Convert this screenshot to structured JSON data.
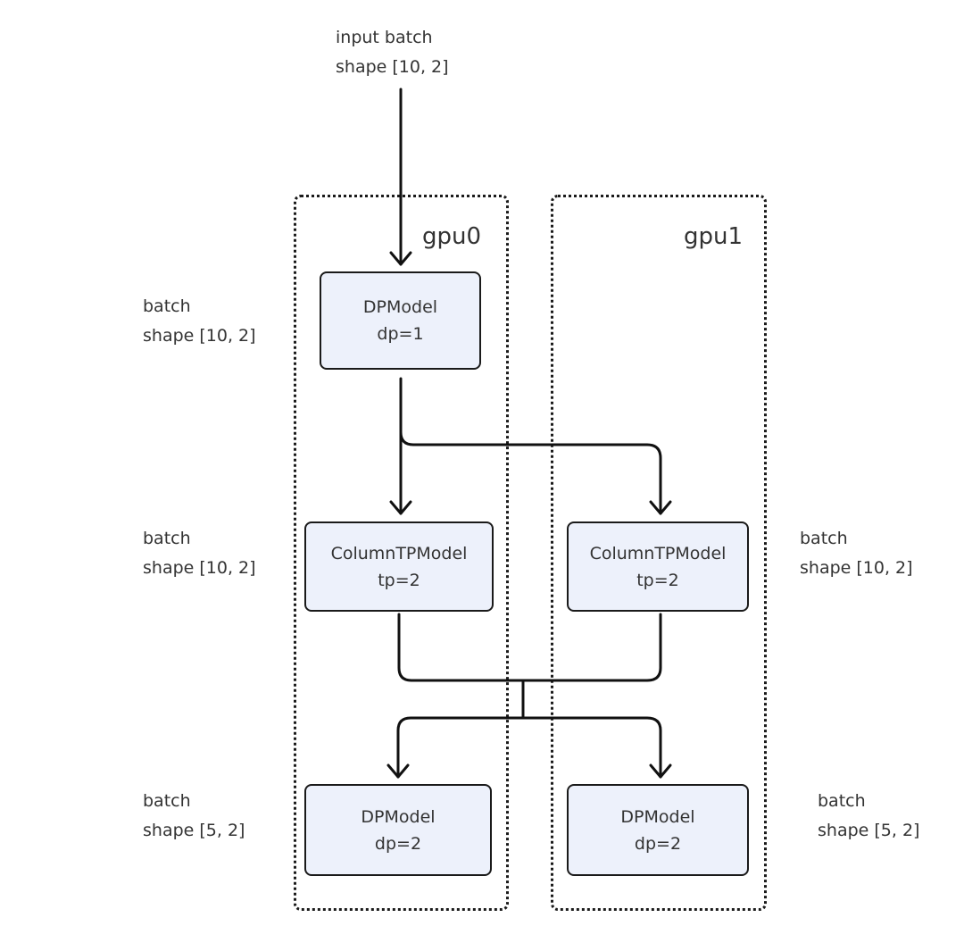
{
  "input": {
    "line1": "input batch",
    "line2": "shape [10, 2]"
  },
  "gpus": [
    {
      "label": "gpu0"
    },
    {
      "label": "gpu1"
    }
  ],
  "nodes": {
    "dp_top": {
      "name": "DPModel",
      "param": "dp=1"
    },
    "col_tp_gpu0": {
      "name": "ColumnTPModel",
      "param": "tp=2"
    },
    "col_tp_gpu1": {
      "name": "ColumnTPModel",
      "param": "tp=2"
    },
    "dp_bottom_gpu0": {
      "name": "DPModel",
      "param": "dp=2"
    },
    "dp_bottom_gpu1": {
      "name": "DPModel",
      "param": "dp=2"
    }
  },
  "side_labels": {
    "top_left": {
      "line1": "batch",
      "line2": "shape [10, 2]"
    },
    "mid_left": {
      "line1": "batch",
      "line2": "shape [10, 2]"
    },
    "mid_right": {
      "line1": "batch",
      "line2": "shape [10, 2]"
    },
    "bottom_left": {
      "line1": "batch",
      "line2": "shape [5, 2]"
    },
    "bottom_right": {
      "line1": "batch",
      "line2": "shape [5, 2]"
    }
  }
}
